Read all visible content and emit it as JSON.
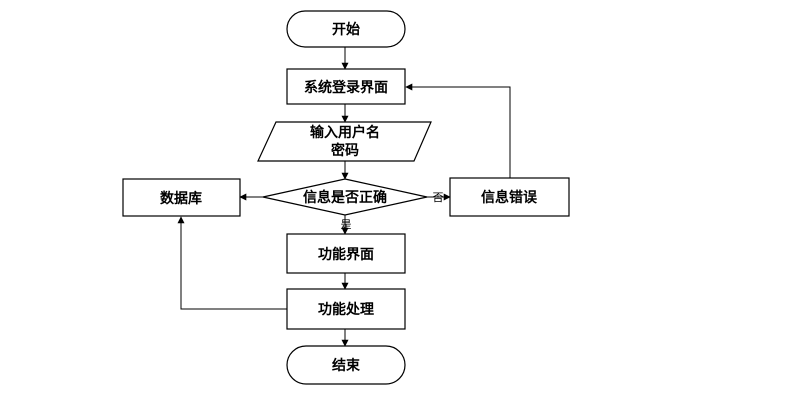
{
  "nodes": {
    "start": "开始",
    "login_page": "系统登录界面",
    "input_line1": "输入用户名",
    "input_line2": "密码",
    "check": "信息是否正确",
    "database": "数据库",
    "info_error": "信息错误",
    "function_page": "功能界面",
    "function_process": "功能处理",
    "end": "结束"
  },
  "edges": {
    "no_label": "否",
    "yes_label": "是"
  }
}
